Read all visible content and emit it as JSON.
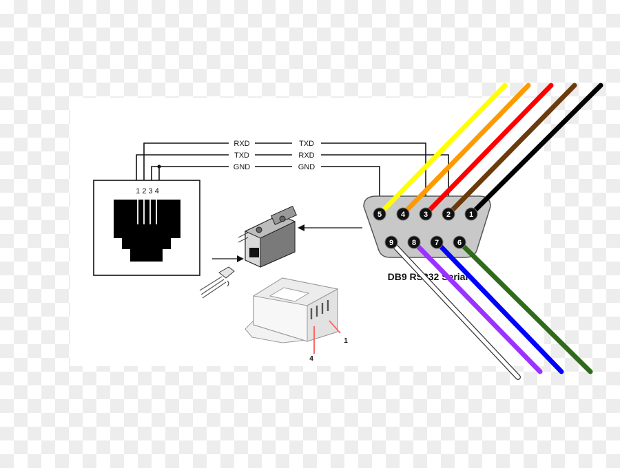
{
  "rj_connector": {
    "pin_header": "1 2 3 4"
  },
  "signal_lines": [
    {
      "rj_side": "RXD",
      "db9_side": "TXD"
    },
    {
      "rj_side": "TXD",
      "db9_side": "RXD"
    },
    {
      "rj_side": "GND",
      "db9_side": "GND"
    }
  ],
  "db9": {
    "title": "DB9 RS232 Serial",
    "top_pins": [
      "5",
      "4",
      "3",
      "2",
      "1"
    ],
    "bottom_pins": [
      "9",
      "8",
      "7",
      "6"
    ]
  },
  "wire_colors": {
    "pin5": "#ffff00",
    "pin4": "#ff9900",
    "pin3": "#ff0000",
    "pin2": "#6b3a0d",
    "pin1": "#000000",
    "pin9": "#ffffff",
    "pin8": "#9a33ff",
    "pin7": "#0000ff",
    "pin6": "#2e6b1a"
  },
  "plug_detail": {
    "pin_a": "4",
    "pin_b": "1"
  }
}
